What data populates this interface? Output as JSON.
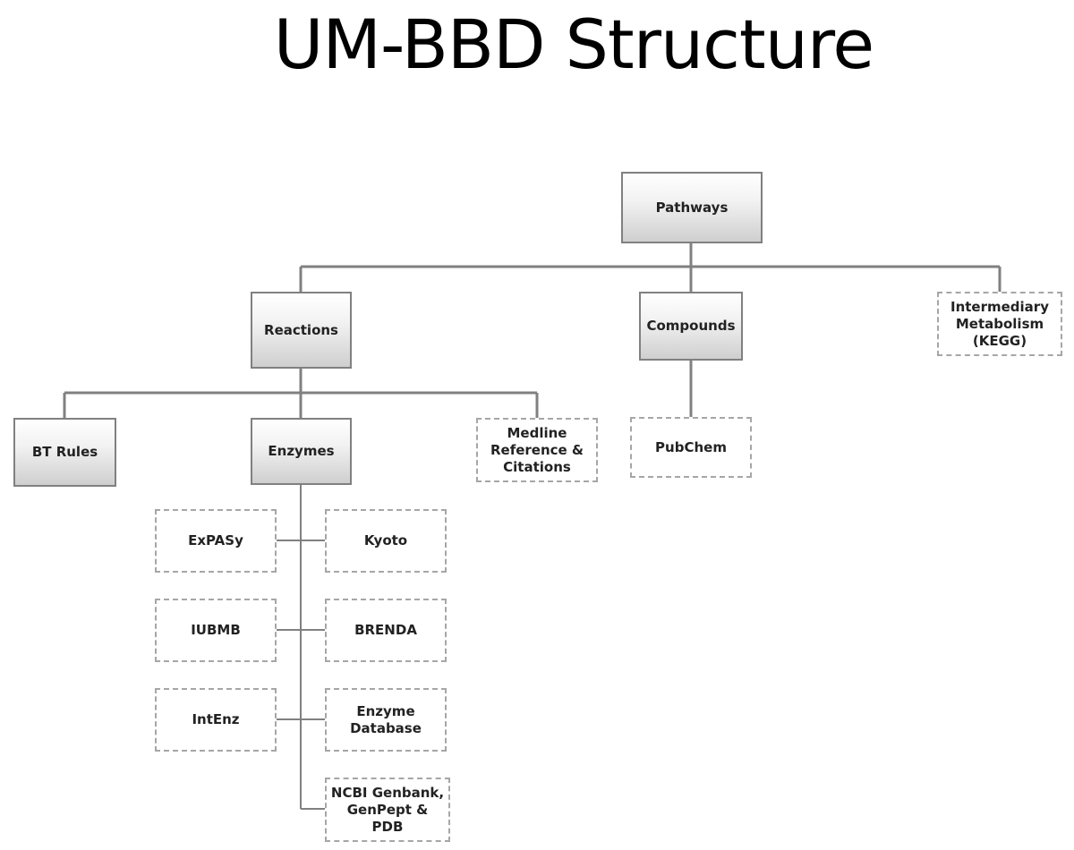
{
  "title": "UM-BBD Structure",
  "nodes": {
    "pathways": "Pathways",
    "reactions": "Reactions",
    "compounds": "Compounds",
    "intermediary": "Intermediary Metabolism (KEGG)",
    "bt_rules": "BT Rules",
    "enzymes": "Enzymes",
    "medline": "Medline Reference & Citations",
    "pubchem": "PubChem",
    "expasy": "ExPASy",
    "kyoto": "Kyoto",
    "iubmb": "IUBMB",
    "brenda": "BRENDA",
    "intenz": "IntEnz",
    "enzyme_database": "Enzyme Database",
    "ncbi": "NCBI Genbank, GenPept & PDB"
  }
}
